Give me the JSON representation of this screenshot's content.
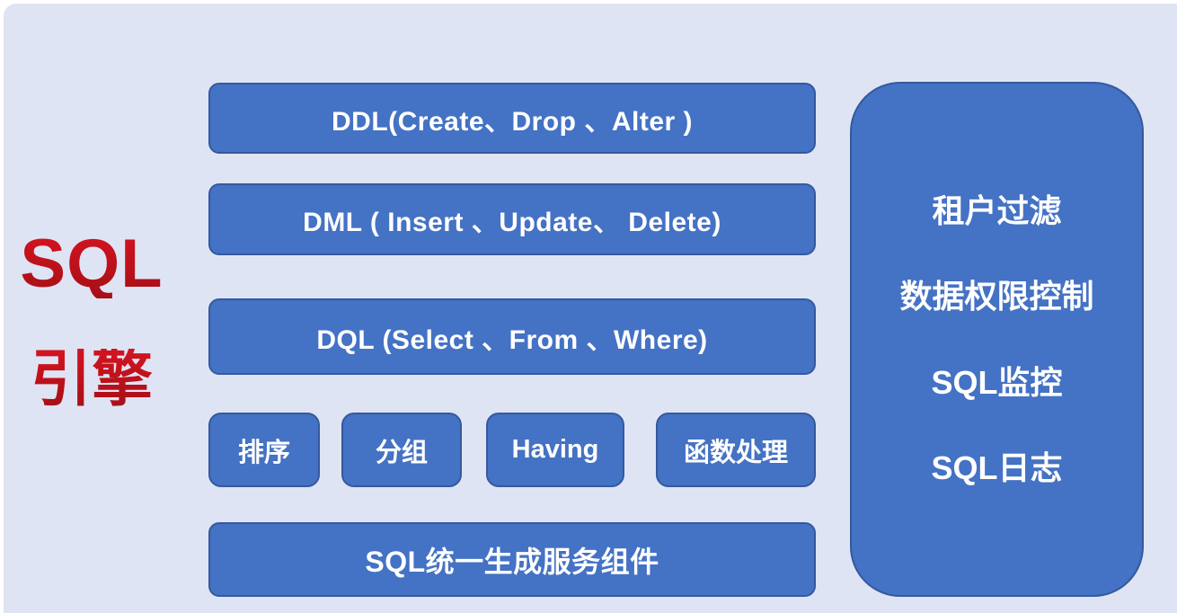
{
  "diagram": {
    "title_line1": "SQL",
    "title_line2": "引擎",
    "layers": [
      {
        "label": "DDL(Create、Drop 、Alter )"
      },
      {
        "label": "DML ( Insert 、Update、 Delete)"
      },
      {
        "label": "DQL (Select 、From 、Where)"
      }
    ],
    "clause_boxes": [
      {
        "label": "排序"
      },
      {
        "label": "分组"
      },
      {
        "label": "Having"
      },
      {
        "label": "函数处理"
      }
    ],
    "bottom_layer": {
      "label": "SQL统一生成服务组件"
    },
    "side_panel": {
      "items": [
        {
          "label": "租户过滤"
        },
        {
          "label": "数据权限控制"
        },
        {
          "label": "SQL监控"
        },
        {
          "label": "SQL日志"
        }
      ]
    },
    "colors": {
      "canvas_background": "#dfe4f4",
      "box_fill": "#4472c4",
      "box_border": "#35599e",
      "box_text": "#ffffff",
      "title_red": "#c00f18"
    }
  }
}
